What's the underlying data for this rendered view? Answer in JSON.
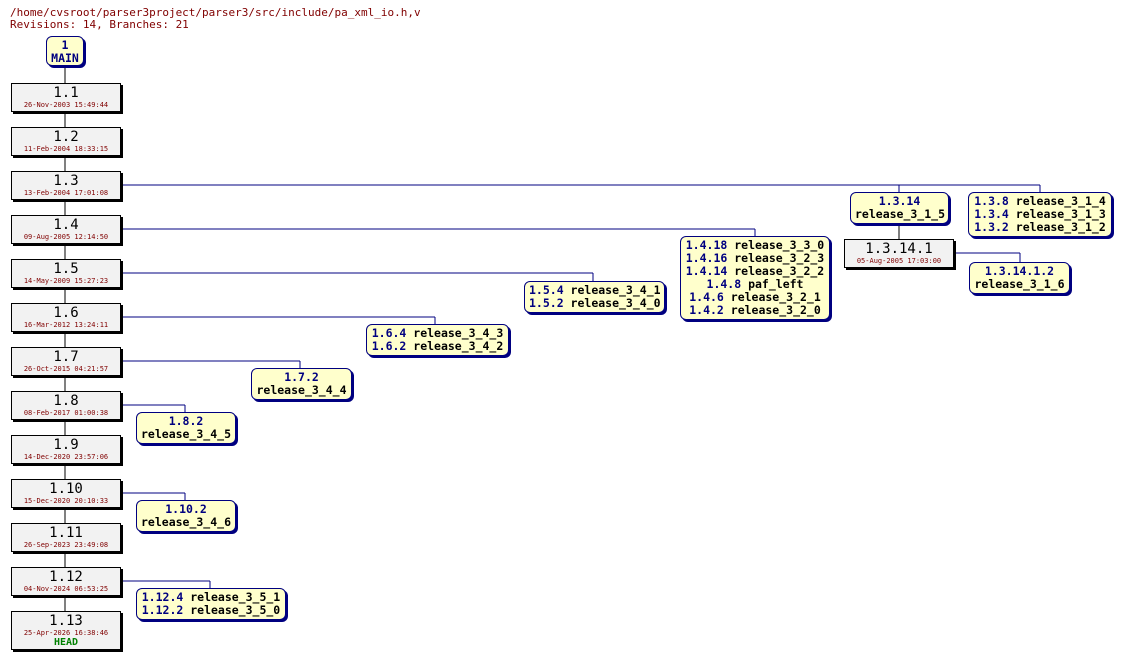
{
  "header": {
    "path": "/home/cvsroot/parser3project/parser3/src/include/pa_xml_io.h,v",
    "revisions": "Revisions: 14, Branches: 21"
  },
  "root": {
    "num": "1",
    "label": "MAIN"
  },
  "trunk": [
    {
      "rev": "1.1",
      "date": "26-Nov-2003 15:49:44"
    },
    {
      "rev": "1.2",
      "date": "11-Feb-2004 18:33:15"
    },
    {
      "rev": "1.3",
      "date": "13-Feb-2004 17:01:08"
    },
    {
      "rev": "1.4",
      "date": "09-Aug-2005 12:14:50"
    },
    {
      "rev": "1.5",
      "date": "14-May-2009 15:27:23"
    },
    {
      "rev": "1.6",
      "date": "16-Mar-2012 13:24:11"
    },
    {
      "rev": "1.7",
      "date": "26-Oct-2015 04:21:57"
    },
    {
      "rev": "1.8",
      "date": "08-Feb-2017 01:00:38"
    },
    {
      "rev": "1.9",
      "date": "14-Dec-2020 23:57:06"
    },
    {
      "rev": "1.10",
      "date": "15-Dec-2020 20:10:33"
    },
    {
      "rev": "1.11",
      "date": "26-Sep-2023 23:49:08"
    },
    {
      "rev": "1.12",
      "date": "04-Nov-2024 06:53:25"
    },
    {
      "rev": "1.13",
      "date": "25-Apr-2026 16:38:46",
      "tag": "HEAD"
    }
  ],
  "branches": [
    {
      "from": "1.3",
      "lines": [
        [
          "1.3.14",
          ""
        ],
        [
          "",
          "release_3_1_5"
        ]
      ]
    },
    {
      "from": "1.3",
      "lines": [
        [
          "1.3.8",
          "release_3_1_4"
        ],
        [
          "1.3.4",
          "release_3_1_3"
        ],
        [
          "1.3.2",
          "release_3_1_2"
        ]
      ]
    },
    {
      "from": "1.4",
      "lines": [
        [
          "1.4.18",
          "release_3_3_0"
        ],
        [
          "1.4.16",
          "release_3_2_3"
        ],
        [
          "1.4.14",
          "release_3_2_2"
        ],
        [
          "1.4.8",
          "paf_left"
        ],
        [
          "1.4.6",
          "release_3_2_1"
        ],
        [
          "1.4.2",
          "release_3_2_0"
        ]
      ]
    },
    {
      "from": "1.5",
      "lines": [
        [
          "1.5.4",
          "release_3_4_1"
        ],
        [
          "1.5.2",
          "release_3_4_0"
        ]
      ]
    },
    {
      "from": "1.6",
      "lines": [
        [
          "1.6.4",
          "release_3_4_3"
        ],
        [
          "1.6.2",
          "release_3_4_2"
        ]
      ]
    },
    {
      "from": "1.7",
      "lines": [
        [
          "1.7.2",
          ""
        ],
        [
          "",
          "release_3_4_4"
        ]
      ]
    },
    {
      "from": "1.8",
      "lines": [
        [
          "1.8.2",
          ""
        ],
        [
          "",
          "release_3_4_5"
        ]
      ]
    },
    {
      "from": "1.10",
      "lines": [
        [
          "1.10.2",
          ""
        ],
        [
          "",
          "release_3_4_6"
        ]
      ]
    },
    {
      "from": "1.12",
      "lines": [
        [
          "1.12.4",
          "release_3_5_1"
        ],
        [
          "1.12.2",
          "release_3_5_0"
        ]
      ]
    },
    {
      "from": "1.3.14",
      "lines": [
        [
          "1.3.14.1.2",
          ""
        ],
        [
          "",
          "release_3_1_6"
        ]
      ]
    }
  ],
  "sub_revision": {
    "rev": "1.3.14.1",
    "date": "05-Aug-2005 17:03:00"
  }
}
